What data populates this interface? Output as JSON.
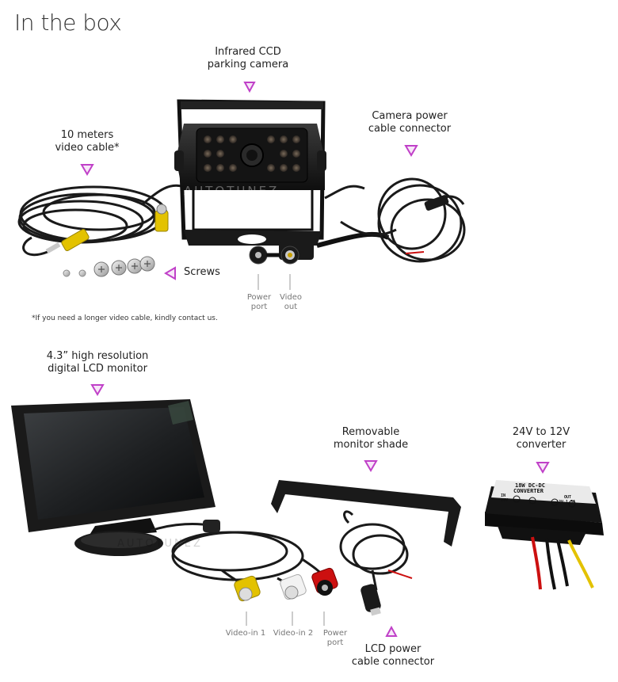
{
  "title": "In the box",
  "items": {
    "camera": "Infrared CCD\nparking camera",
    "video_cable": "10 meters\nvideo cable*",
    "power_connector": "Camera power\ncable connector",
    "screws": "Screws",
    "power_port": "Power\nport",
    "video_out": "Video\nout",
    "monitor": "4.3” high resolution\ndigital LCD monitor",
    "shade": "Removable\nmonitor shade",
    "converter": "24V to 12V\nconverter",
    "video_in1": "Video-in 1",
    "video_in2": "Video-in 2",
    "lcd_power_port": "Power\nport",
    "lcd_power_connector": "LCD power\ncable connector"
  },
  "footnote": "*If you need a longer video cable, kindly contact us.",
  "brand": "AUTOTUNEZ",
  "converter_text": {
    "line1": "18W DC-DC",
    "line2": "CONVERTER",
    "in": "IN",
    "out": "OUT",
    "in_v": "24V",
    "out_v": "12V 1.5A"
  },
  "colors": {
    "arrow": "#c040c8",
    "accent_yellow": "#e8c400",
    "accent_red": "#cc1010"
  }
}
